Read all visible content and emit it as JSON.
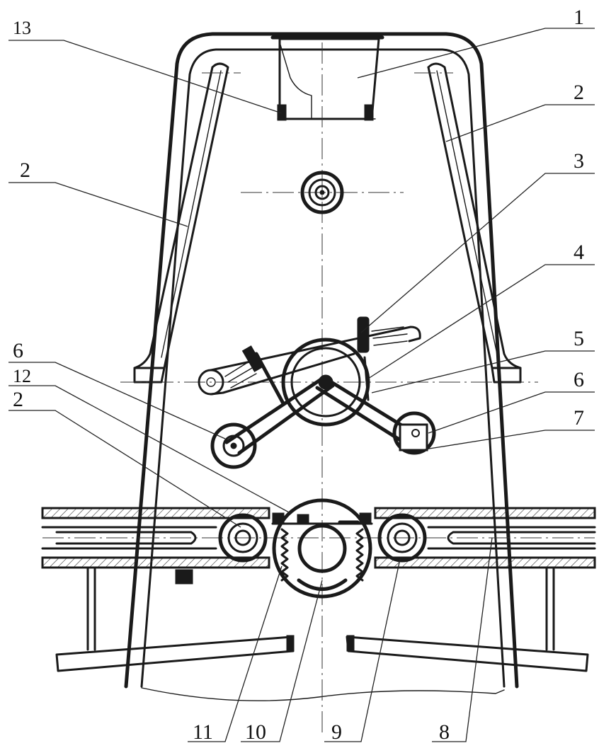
{
  "labels": {
    "l1": "1",
    "l2a": "2",
    "l2b": "2",
    "l2c": "2",
    "l3": "3",
    "l4": "4",
    "l5": "5",
    "l6a": "6",
    "l6b": "6",
    "l7": "7",
    "l8": "8",
    "l9": "9",
    "l10": "10",
    "l11": "11",
    "l12": "12",
    "l13": "13"
  }
}
